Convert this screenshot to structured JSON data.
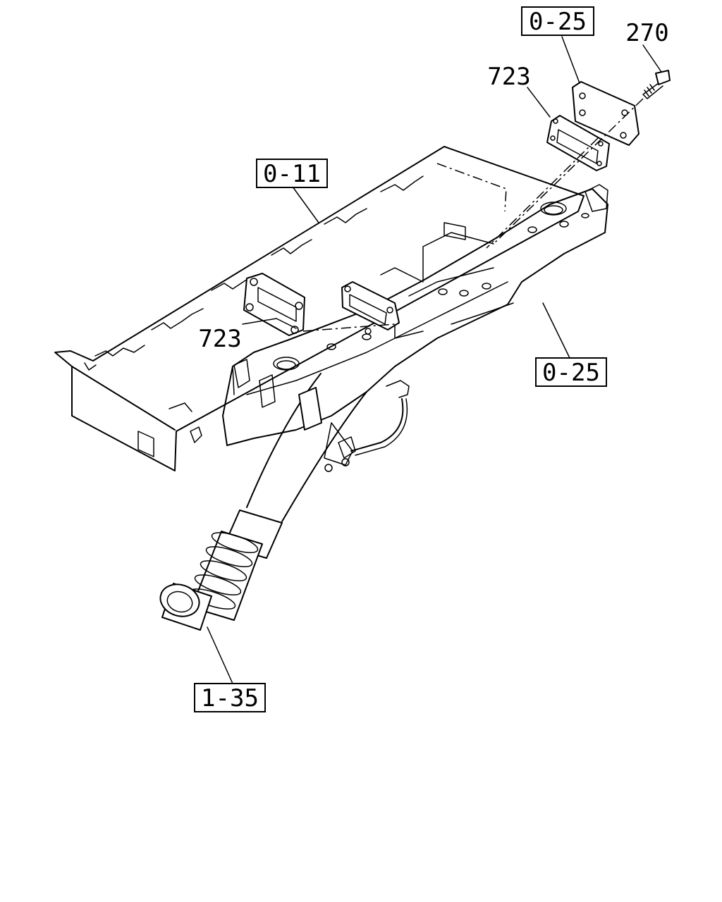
{
  "callouts": {
    "ref_top": "0-25",
    "bolt": "270",
    "gasket_top": "723",
    "ref_head": "0-11",
    "gasket_mid": "723",
    "ref_side": "0-25",
    "ref_hose": "1-35"
  }
}
